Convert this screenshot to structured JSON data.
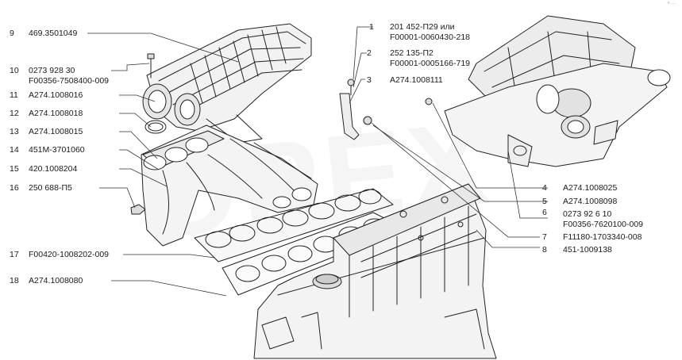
{
  "watermark": "OPEX",
  "corner_mark": "ᵉ ···",
  "callouts_left": [
    {
      "num": "9",
      "lines": [
        "469.3501049"
      ]
    },
    {
      "num": "10",
      "lines": [
        "0273 928 30",
        "F00356-7508400-009"
      ]
    },
    {
      "num": "11",
      "lines": [
        "A274.1008016"
      ]
    },
    {
      "num": "12",
      "lines": [
        "A274.1008018"
      ]
    },
    {
      "num": "13",
      "lines": [
        "A274.1008015"
      ]
    },
    {
      "num": "14",
      "lines": [
        "451M-3701060"
      ]
    },
    {
      "num": "15",
      "lines": [
        "420.1008204"
      ]
    },
    {
      "num": "16",
      "lines": [
        "250 688-П5"
      ]
    },
    {
      "num": "17",
      "lines": [
        "F00420-1008202-009"
      ]
    },
    {
      "num": "18",
      "lines": [
        "A274.1008080"
      ]
    }
  ],
  "callouts_top": [
    {
      "num": "1",
      "lines": [
        "201 452-П29 или",
        "F00001-0060430-218"
      ]
    },
    {
      "num": "2",
      "lines": [
        "252 135-П2",
        "F00001-0005166-719"
      ]
    },
    {
      "num": "3",
      "lines": [
        "A274.1008111"
      ]
    }
  ],
  "callouts_right": [
    {
      "num": "4",
      "lines": [
        "A274.1008025"
      ]
    },
    {
      "num": "5",
      "lines": [
        "A274.1008098"
      ]
    },
    {
      "num": "6",
      "lines": [
        "0273 92 6 10",
        "F00356-7620100-009"
      ]
    },
    {
      "num": "7",
      "lines": [
        "F11180-1703340-008"
      ]
    },
    {
      "num": "8",
      "lines": [
        "451-1009138"
      ]
    }
  ]
}
